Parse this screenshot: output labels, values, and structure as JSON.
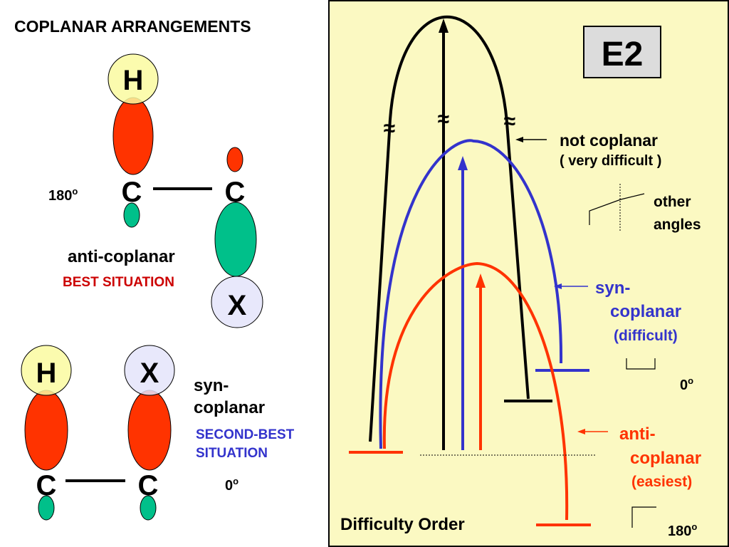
{
  "left": {
    "title": "COPLANAR ARRANGEMENTS",
    "anti": {
      "angle": "180",
      "angle_sup": "o",
      "h": "H",
      "c1": "C",
      "c2": "C",
      "x": "X",
      "name": "anti-coplanar",
      "rating": "BEST SITUATION"
    },
    "syn": {
      "h": "H",
      "x": "X",
      "c1": "C",
      "c2": "C",
      "name_line1": "syn-",
      "name_line2": "coplanar",
      "rating_line1": "SECOND-BEST",
      "rating_line2": "SITUATION",
      "angle": "0",
      "angle_sup": "o"
    }
  },
  "right": {
    "badge": "E2",
    "not_coplanar_line1": "not  coplanar",
    "not_coplanar_line2": "( very difficult )",
    "other_line1": "other",
    "other_line2": "angles",
    "syn_line1": "syn-",
    "syn_line2": "coplanar",
    "syn_line3": "(difficult)",
    "syn_angle": "0",
    "syn_angle_sup": "o",
    "anti_line1": "anti-",
    "anti_line2": "coplanar",
    "anti_line3": "(easiest)",
    "anti_angle": "180",
    "anti_angle_sup": "o",
    "footer": "Difficulty Order",
    "squiggle": "≈"
  },
  "colors": {
    "panel_bg": "#fbf9c2",
    "orbital_h": "#fafaa0",
    "orbital_red": "#ff3300",
    "orbital_green": "#00c08a",
    "orbital_x": "#e4e4fa",
    "blue": "#3333cc",
    "red": "#ff3300",
    "black": "#000000",
    "badge_bg": "#dcdcdc"
  }
}
